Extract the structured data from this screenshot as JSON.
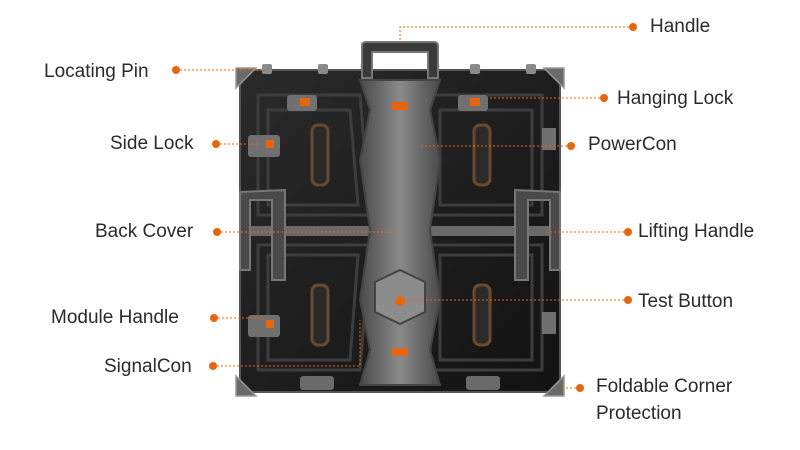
{
  "colors": {
    "accent": "#e8650f",
    "panel_dark": "#1b1b1b",
    "panel_mid": "#3a3a3a",
    "spine": "#6c6c6c"
  },
  "callouts": [
    {
      "id": "handle",
      "text": "Handle"
    },
    {
      "id": "locating-pin",
      "text": "Locating Pin"
    },
    {
      "id": "hanging-lock",
      "text": "Hanging Lock"
    },
    {
      "id": "side-lock",
      "text": "Side Lock"
    },
    {
      "id": "powercon",
      "text": "PowerCon"
    },
    {
      "id": "back-cover",
      "text": "Back Cover"
    },
    {
      "id": "lifting-handle",
      "text": "Lifting Handle"
    },
    {
      "id": "test-button",
      "text": "Test Button"
    },
    {
      "id": "module-handle",
      "text": "Module Handle"
    },
    {
      "id": "signalcon",
      "text": "SignalCon"
    },
    {
      "id": "foldable-corner-protection",
      "text": "Foldable Corner Protection"
    }
  ]
}
